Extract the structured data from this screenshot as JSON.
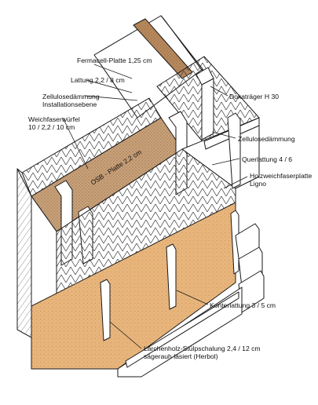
{
  "labels": {
    "fermacell": "Fermacell-Platte 1,25 cm",
    "lattung": "Lattung 2,2 / 8 cm",
    "zellulose_install_1": "Zellulosedämmung",
    "zellulose_install_2": "Installationsebene",
    "weichfaser_1": "Weichfaserwürfel",
    "weichfaser_2": "10 / 2,2 / 10 cm",
    "dokatraeger": "Dokaträger H 30",
    "zellulose": "Zellulosedämmung",
    "querlattung": "Querlattung 4 / 6",
    "holzweich_1": "Holzweichfaserplatte",
    "holzweich_2": "Ligno",
    "osb": "OSB - Platte 2,2 cm",
    "konterlattung": "Konterlattung 3 / 5 cm",
    "laerche_1": "Lärchenholz-Stülpschalung 2,4 / 12 cm",
    "laerche_2": "sägerauh lasiert (Herbol)"
  },
  "colors": {
    "ink": "#1a1a1a",
    "wood_fiber": "#e7b57c",
    "osb": "#c9a27a",
    "osb_dark": "#9a6e4a",
    "paper": "#ffffff"
  }
}
